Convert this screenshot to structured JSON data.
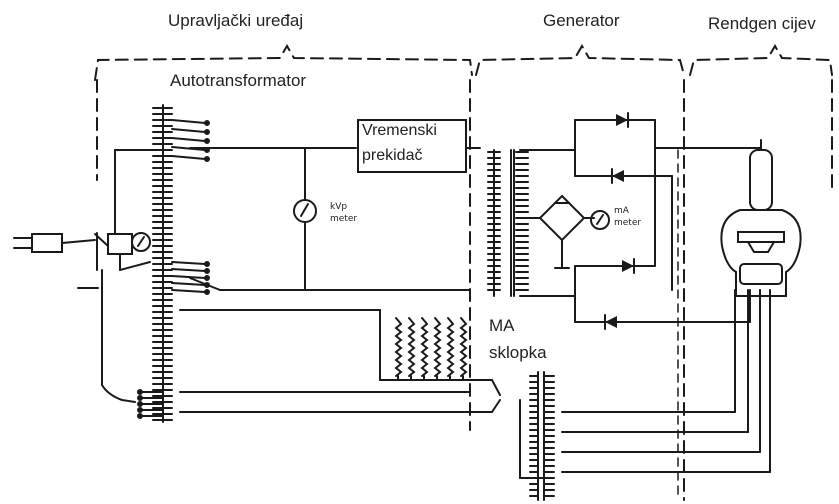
{
  "sections": {
    "control_unit": "Upravljački uređaj",
    "generator": "Generator",
    "xray_tube": "Rendgen cijev"
  },
  "components": {
    "autotransformer": "Autotransformator",
    "timer_switch_line1": "Vremenski",
    "timer_switch_line2": "prekidač",
    "kvp_meter_line1": "kVp",
    "kvp_meter_line2": "meter",
    "ma_meter_line1": "mA",
    "ma_meter_line2": "meter",
    "ma_switch_line1": "MA",
    "ma_switch_line2": "sklopka"
  },
  "colors": {
    "line": "#1a1a1a",
    "background": "#ffffff"
  }
}
